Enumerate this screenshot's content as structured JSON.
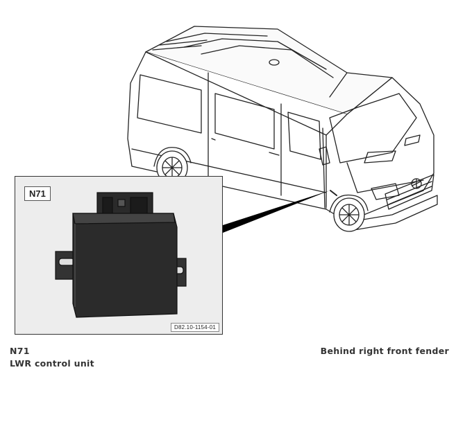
{
  "inset": {
    "component_code": "N71",
    "figure_reference": "D82.10-1154-01"
  },
  "caption": {
    "component_code": "N71",
    "component_name": "LWR control unit",
    "location": "Behind right front fender"
  }
}
